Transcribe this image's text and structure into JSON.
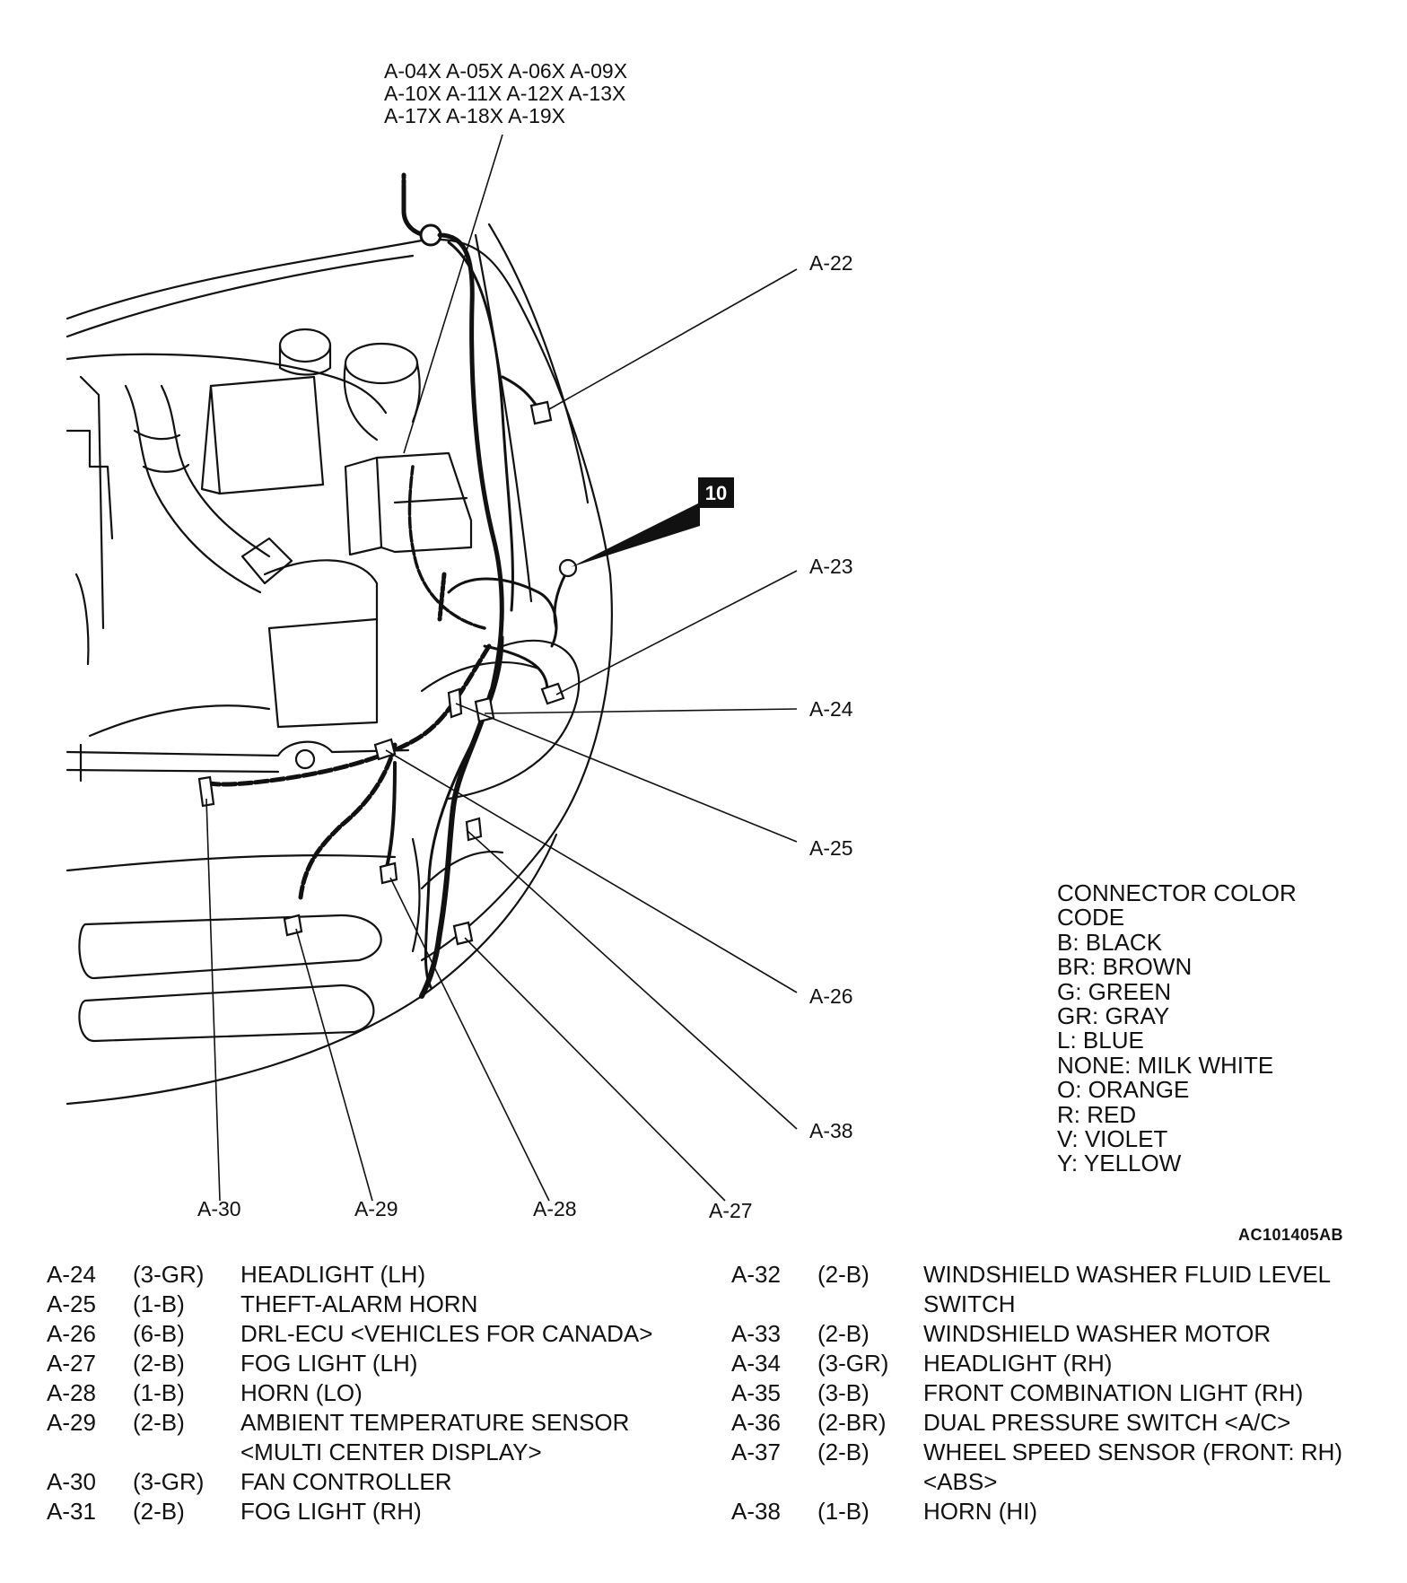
{
  "diagram": {
    "top_label_lines": [
      "A-04X A-05X A-06X A-09X",
      "A-10X A-11X A-12X A-13X",
      "A-17X A-18X A-19X"
    ],
    "callouts": {
      "a22": "A-22",
      "a23": "A-23",
      "a24": "A-24",
      "a25": "A-25",
      "a26": "A-26",
      "a38": "A-38",
      "a30": "A-30",
      "a29": "A-29",
      "a28": "A-28",
      "a27": "A-27"
    },
    "ref_box": "10",
    "figure_code": "AC101405AB"
  },
  "color_code": {
    "title_line1": "CONNECTOR COLOR",
    "title_line2": "CODE",
    "entries": [
      "B: BLACK",
      "BR: BROWN",
      "G: GREEN",
      "GR: GRAY",
      "L: BLUE",
      "NONE: MILK WHITE",
      "O: ORANGE",
      "R: RED",
      "V: VIOLET",
      "Y: YELLOW"
    ]
  },
  "legend_left": [
    {
      "id": "A-24",
      "code": "(3-GR)",
      "desc": "HEADLIGHT (LH)"
    },
    {
      "id": "A-25",
      "code": "(1-B)",
      "desc": "THEFT-ALARM HORN"
    },
    {
      "id": "A-26",
      "code": "(6-B)",
      "desc": "DRL-ECU <VEHICLES FOR CANADA>"
    },
    {
      "id": "A-27",
      "code": "(2-B)",
      "desc": "FOG LIGHT (LH)"
    },
    {
      "id": "A-28",
      "code": "(1-B)",
      "desc": "HORN (LO)"
    },
    {
      "id": "A-29",
      "code": "(2-B)",
      "desc": "AMBIENT TEMPERATURE SENSOR <MULTI CENTER DISPLAY>"
    },
    {
      "id": "A-30",
      "code": "(3-GR)",
      "desc": "FAN CONTROLLER"
    },
    {
      "id": "A-31",
      "code": "(2-B)",
      "desc": "FOG LIGHT (RH)"
    }
  ],
  "legend_right": [
    {
      "id": "A-32",
      "code": "(2-B)",
      "desc": "WINDSHIELD WASHER FLUID LEVEL SWITCH"
    },
    {
      "id": "A-33",
      "code": "(2-B)",
      "desc": "WINDSHIELD WASHER MOTOR"
    },
    {
      "id": "A-34",
      "code": "(3-GR)",
      "desc": "HEADLIGHT (RH)"
    },
    {
      "id": "A-35",
      "code": "(3-B)",
      "desc": "FRONT COMBINATION LIGHT (RH)"
    },
    {
      "id": "A-36",
      "code": "(2-BR)",
      "desc": "DUAL PRESSURE SWITCH <A/C>"
    },
    {
      "id": "A-37",
      "code": "(2-B)",
      "desc": "WHEEL SPEED SENSOR (FRONT: RH) <ABS>"
    },
    {
      "id": "A-38",
      "code": "(1-B)",
      "desc": "HORN (HI)"
    }
  ]
}
